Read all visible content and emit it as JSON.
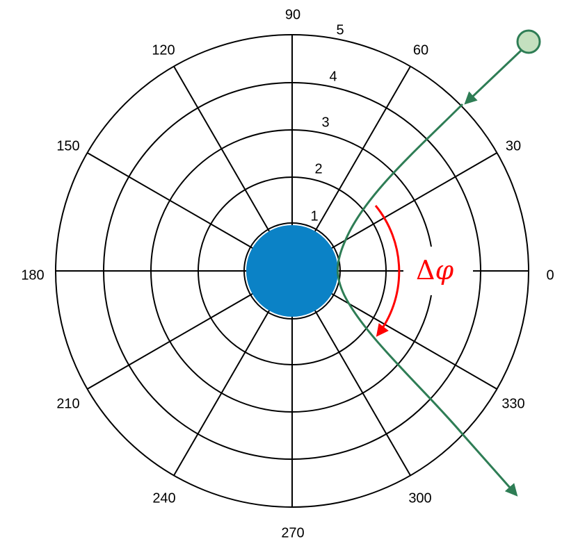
{
  "angle_labels": [
    "0",
    "30",
    "60",
    "90",
    "120",
    "150",
    "180",
    "210",
    "240",
    "270",
    "300",
    "330"
  ],
  "ring_labels": [
    "1",
    "2",
    "3",
    "4",
    "5"
  ],
  "deflection_label": {
    "delta": "Δ",
    "phi": "φ"
  },
  "colors": {
    "grid": "#000000",
    "central_body": "#0b82c6",
    "trajectory": "#2e7d55",
    "particle_fill": "#c4e0bf",
    "deflection_arc": "#ff0000"
  },
  "icons": {
    "incoming_arrow": "arrow-down-left",
    "outgoing_arrow": "arrow-down-right",
    "particle": "circle"
  }
}
